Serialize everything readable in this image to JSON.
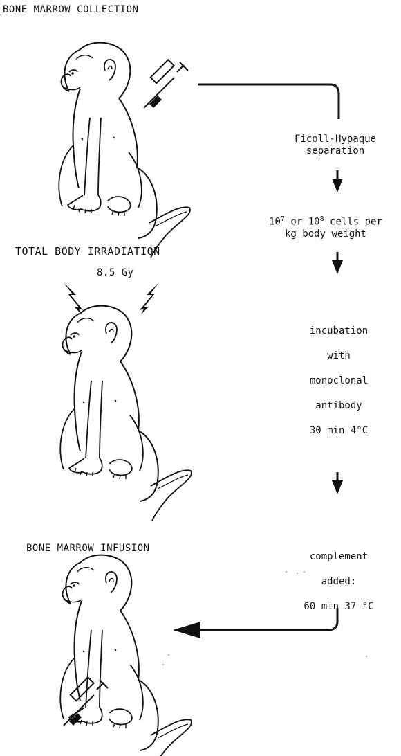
{
  "titles": {
    "collection": "BONE MARROW COLLECTION",
    "irradiation": "TOTAL BODY IRRADIATION",
    "dose": "8.5 Gy",
    "infusion": "BONE MARROW INFUSION"
  },
  "steps": {
    "separation_line1": "Ficoll-Hypaque",
    "separation_line2": "separation",
    "dose_a_base": "10",
    "dose_a_exp": "7",
    "dose_or": " or ",
    "dose_b_base": "10",
    "dose_b_exp": "8",
    "dose_tail": " cells per",
    "dose_line2": "kg body weight",
    "incubation": "incubation",
    "with": "with",
    "monoclonal": "monoclonal",
    "antibody": "antibody",
    "incubation_time": "30 min 4°C",
    "complement": "complement",
    "added": "added:",
    "complement_time": "60 min 37 °C"
  }
}
